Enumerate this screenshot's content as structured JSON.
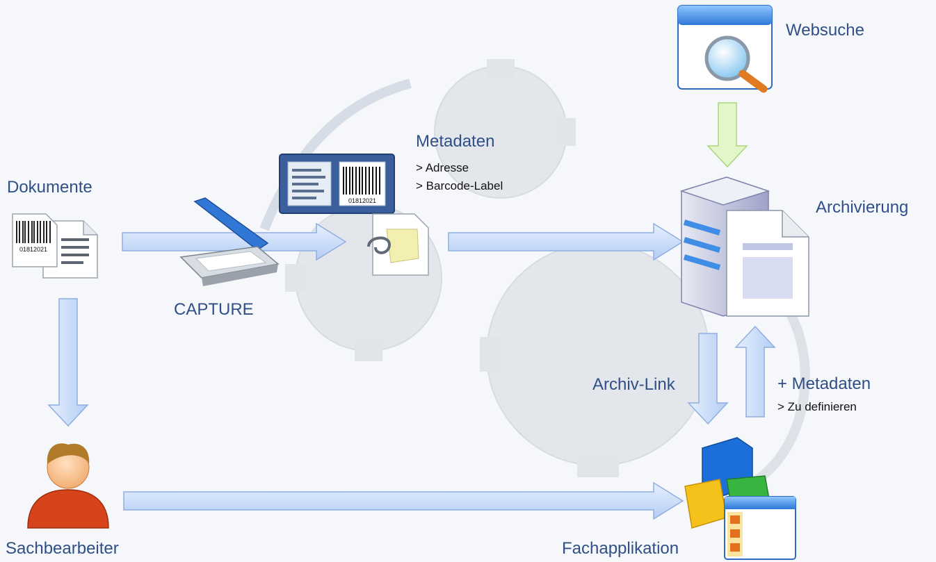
{
  "labels": {
    "dokumente": "Dokumente",
    "capture": "CAPTURE",
    "metadaten": "Metadaten",
    "metadaten_items": [
      "> Adresse",
      "> Barcode-Label"
    ],
    "websuche": "Websuche",
    "archivierung": "Archivierung",
    "archiv_link": "Archiv-Link",
    "plus_metadaten": "+ Metadaten",
    "zu_definieren": "> Zu definieren",
    "sachbearbeiter": "Sachbearbeiter",
    "fachapplikation": "Fachapplikation"
  },
  "barcode_text": "01812021",
  "icons": [
    "document-barcode-icon",
    "scanner-icon",
    "metadata-card-icon",
    "paperclip-document-icon",
    "websearch-icon",
    "archive-server-icon",
    "user-icon",
    "application-cubes-icon"
  ],
  "colors": {
    "text_blue": "#2f4f86",
    "arrow_fill": "#c5d8f5",
    "arrow_stroke": "#8fb0e0",
    "green_arrow": "#d8f0b8",
    "gear": "#dfe3e8"
  }
}
